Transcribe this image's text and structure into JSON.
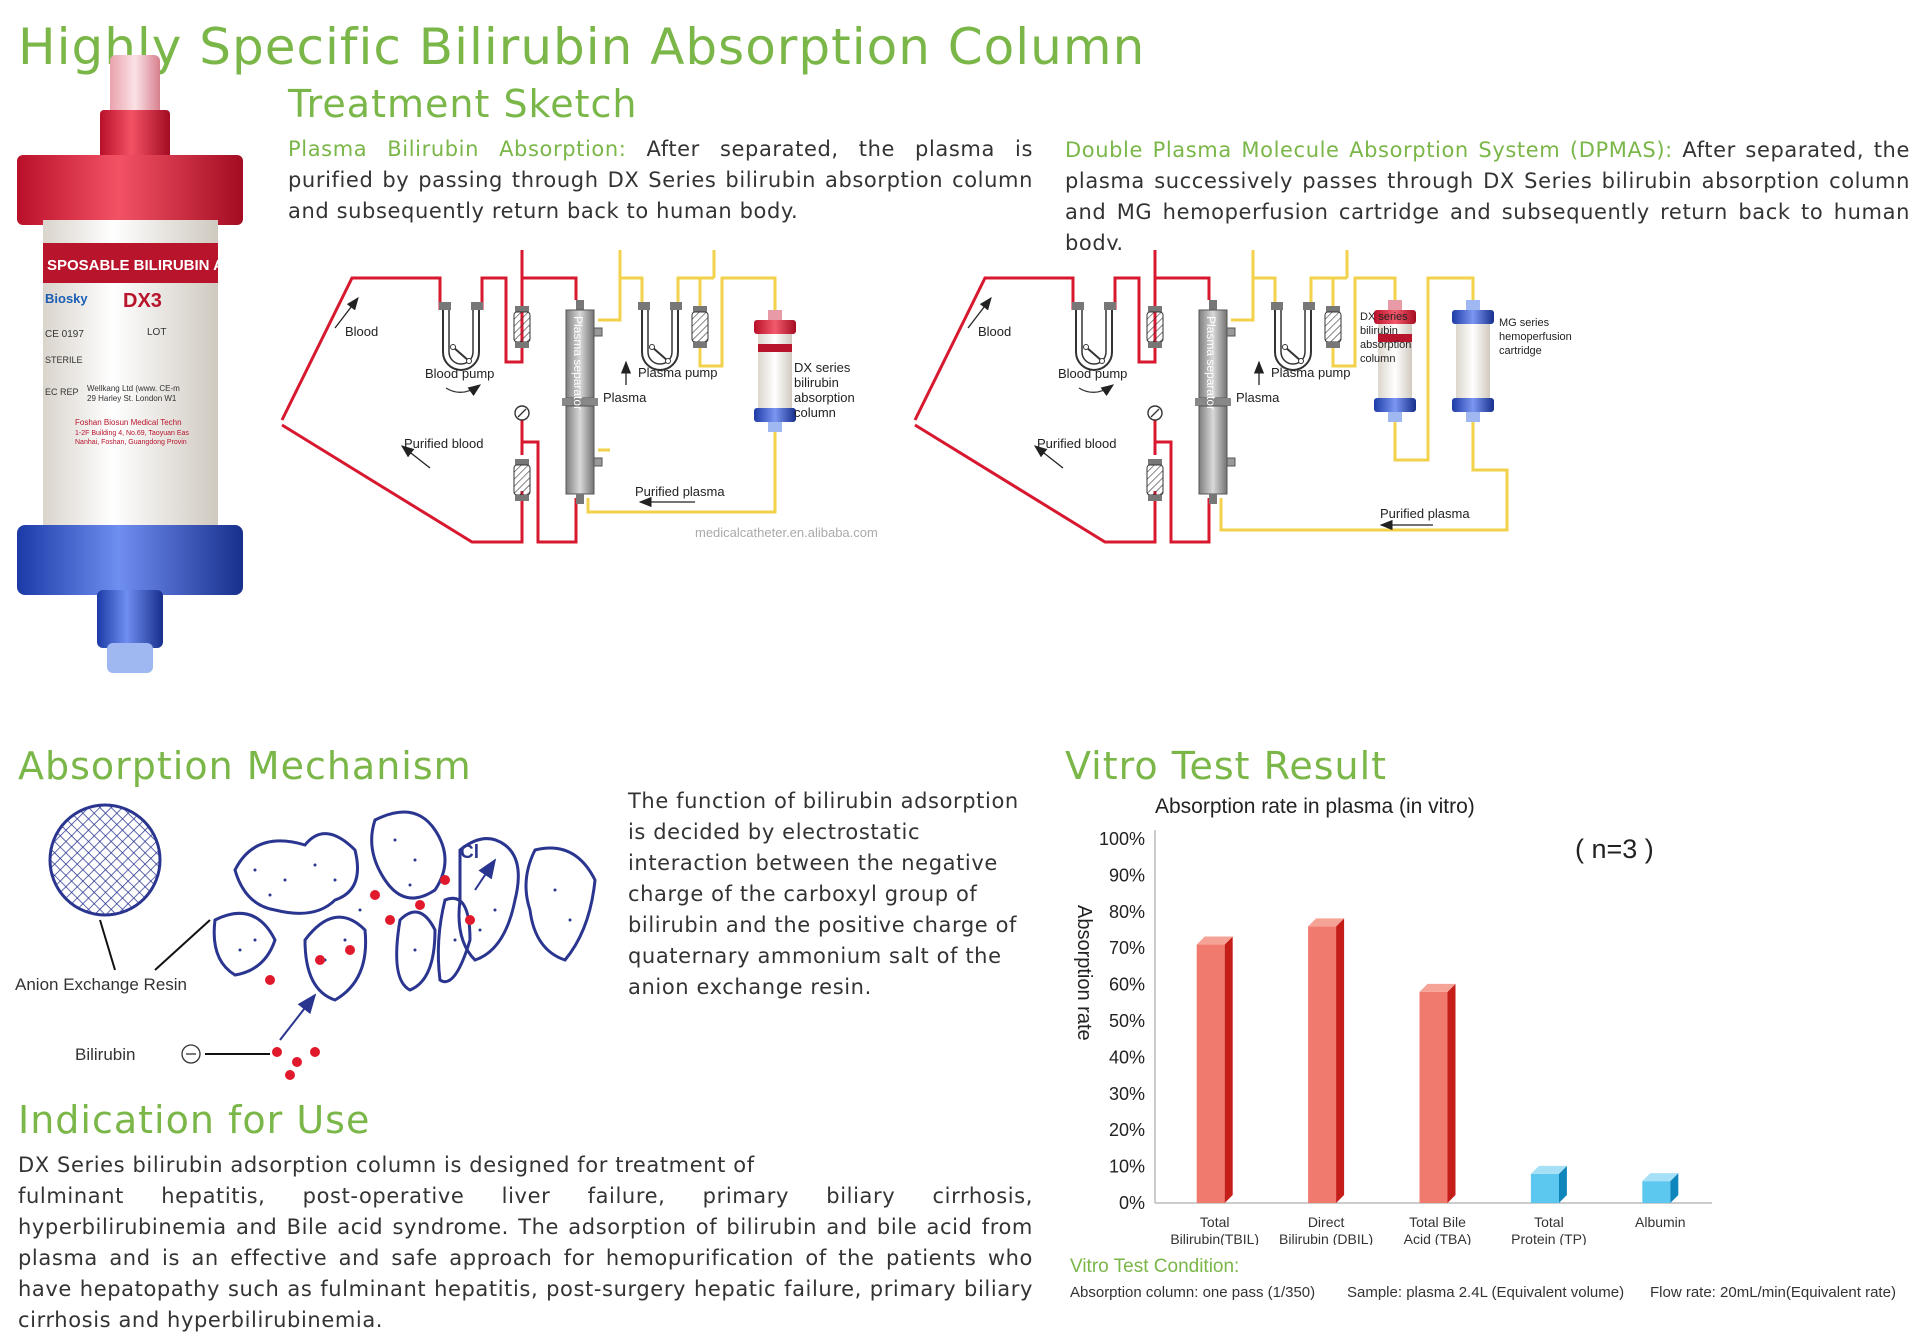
{
  "title": "Highly Specific Bilirubin Absorption Column",
  "product": {
    "label_band": "SPOSABLE BILIRUBIN ADSORPTI",
    "brand": "Biosky",
    "model": "DX3",
    "ce": "CE 0197",
    "lot": "LOT",
    "sterile": "STERILE",
    "ec_rep": "EC REP",
    "rep_line1": "Wellkang Ltd (www. CE-m",
    "rep_line2": "29 Harley St. London W1",
    "maker_line1": "Foshan Biosun Medical Techn",
    "maker_line2": "1-2F Building 4, No.69, Taoyuan Eas",
    "maker_line3": "Nanhai, Foshan, Guangdong Provin"
  },
  "treatment": {
    "heading": "Treatment Sketch",
    "left": {
      "lead": "Plasma Bilirubin Absorption:",
      "text": " After separated, the plasma is purified by passing through DX Series bilirubin absorption column and subsequently return back to human body."
    },
    "right": {
      "lead": "Double Plasma Molecule Absorption System (DPMAS):",
      "text": " After separated, the plasma successively passes through DX Series bilirubin absorption column and MG hemoperfusion cartridge and subsequently return back to human body."
    },
    "labels": {
      "blood": "Blood",
      "blood_pump": "Blood pump",
      "plasma_separator": "Plasma separator",
      "plasma": "Plasma",
      "plasma_pump": "Plasma pump",
      "purified_blood": "Purified blood",
      "purified_plasma": "Purified plasma",
      "dx_col_1": "DX series",
      "dx_col_2": "bilirubin",
      "dx_col_3": "absorption",
      "dx_col_4": "column",
      "mg_1": "MG series",
      "mg_2": "hemoperfusion",
      "mg_3": "cartridge",
      "watermark": "medicalcatheter.en.alibaba.com"
    }
  },
  "mechanism": {
    "heading": "Absorption Mechanism",
    "resin_label": "Anion Exchange Resin",
    "bilirubin_label": "Bilirubin",
    "cl": "Cl",
    "text": "The function of bilirubin adsorption is decided by electrostatic interaction between the negative charge of the carboxyl group of bilirubin and the positive charge of quaternary ammonium salt of the anion exchange resin."
  },
  "indication": {
    "heading": "Indication for Use",
    "line1": "DX Series bilirubin adsorption column is designed for treatment of",
    "text": "fulminant hepatitis, post-operative liver failure, primary biliary cirrhosis, hyperbilirubinemia and Bile acid syndrome. The adsorption of bilirubin and bile acid from plasma and is an effective and safe approach for hemopurification of the patients who have hepatopathy such as fulminant hepatitis, post-surgery hepatic failure, primary biliary cirrhosis and hyperbilirubinemia."
  },
  "vitro": {
    "heading": "Vitro Test Result",
    "condition_heading": "Vitro Test Condition:",
    "condition_1": "Absorption column: one pass (1/350)",
    "condition_2": "Sample: plasma 2.4L (Equivalent volume)",
    "condition_3": "Flow rate: 20mL/min(Equivalent rate)"
  },
  "chart_data": {
    "type": "bar",
    "title": "Absorption rate in plasma (in vitro)",
    "annotation": "( n=3 )",
    "ylabel": "Absorption rate",
    "xlabel": "",
    "ylim": [
      0,
      100
    ],
    "yticks": [
      "0%",
      "10%",
      "20%",
      "30%",
      "40%",
      "50%",
      "60%",
      "70%",
      "80%",
      "90%",
      "100%"
    ],
    "categories": [
      [
        "Total",
        "Bilirubin(TBIL)"
      ],
      [
        "Direct",
        "Bilirubin (DBIL)"
      ],
      [
        "Total Bile",
        "Acid (TBA)"
      ],
      [
        "Total",
        "Protein (TP)"
      ],
      [
        "Albumin"
      ]
    ],
    "values": [
      71,
      76,
      58,
      8,
      6
    ],
    "colors": [
      "#e8322a",
      "#e8322a",
      "#e8322a",
      "#1aa8e0",
      "#1aa8e0"
    ]
  }
}
